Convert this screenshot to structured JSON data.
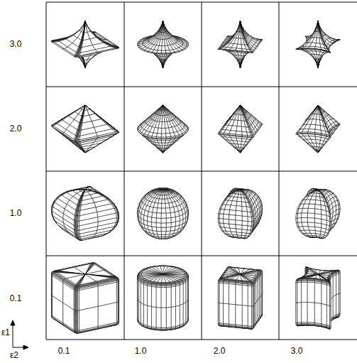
{
  "diagram": {
    "labels": [
      "3.0",
      "2.0",
      "1.0",
      "0.1",
      "0.1",
      "1.0",
      "2.0",
      "3.0",
      "ε1",
      "ε2"
    ]
  }
}
